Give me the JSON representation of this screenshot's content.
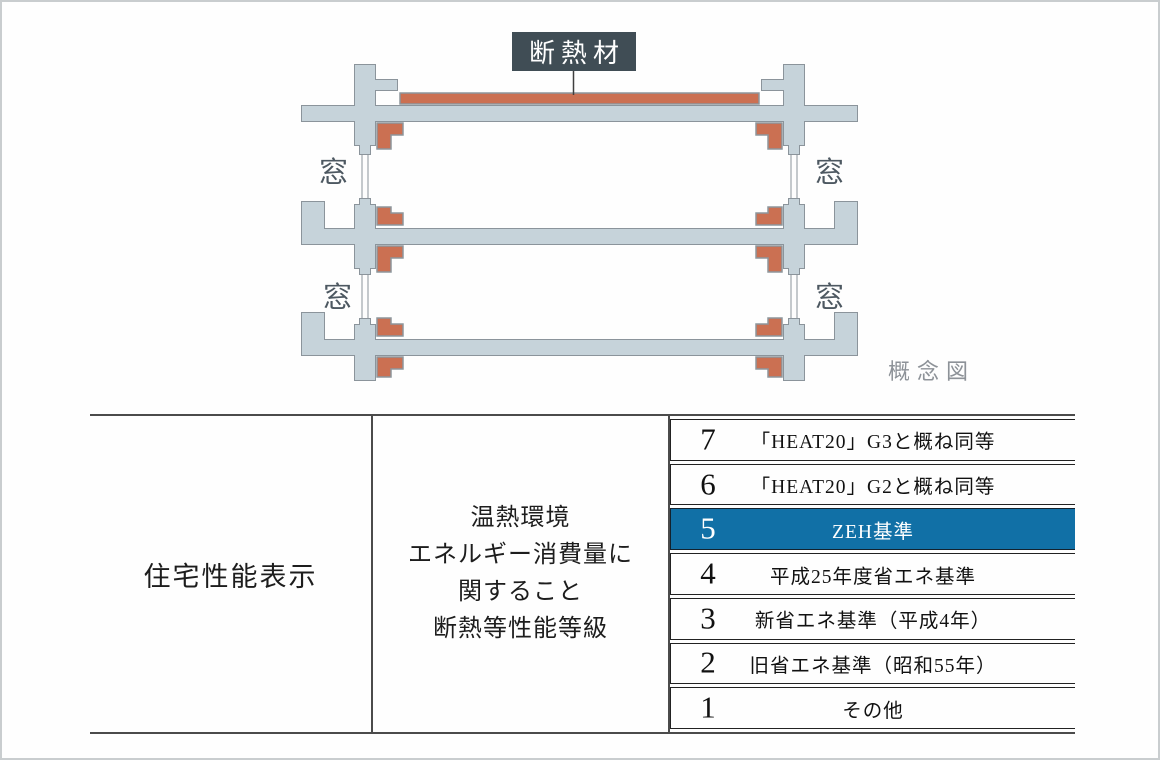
{
  "diagram": {
    "insulation_label": "断熱材",
    "window_label": "窓",
    "caption": "概念図",
    "colors": {
      "insulation": "#cb7052",
      "concrete": "#c6d3da",
      "outline": "#8b949b",
      "label_bg": "#404d55"
    }
  },
  "table": {
    "col1": "住宅性能表示",
    "col2_lines": [
      "温熱環境",
      "エネルギー消費量に",
      "関すること",
      "断熱等性能等級"
    ],
    "grades": [
      {
        "level": "7",
        "label": "「HEAT20」G3と概ね同等",
        "highlighted": false
      },
      {
        "level": "6",
        "label": "「HEAT20」G2と概ね同等",
        "highlighted": false
      },
      {
        "level": "5",
        "label": "ZEH基準",
        "highlighted": true
      },
      {
        "level": "4",
        "label": "平成25年度省エネ基準",
        "highlighted": false
      },
      {
        "level": "3",
        "label": "新省エネ基準（平成4年）",
        "highlighted": false
      },
      {
        "level": "2",
        "label": "旧省エネ基準（昭和55年）",
        "highlighted": false
      },
      {
        "level": "1",
        "label": "その他",
        "highlighted": false
      }
    ],
    "highlight_color": "#1170a6"
  }
}
